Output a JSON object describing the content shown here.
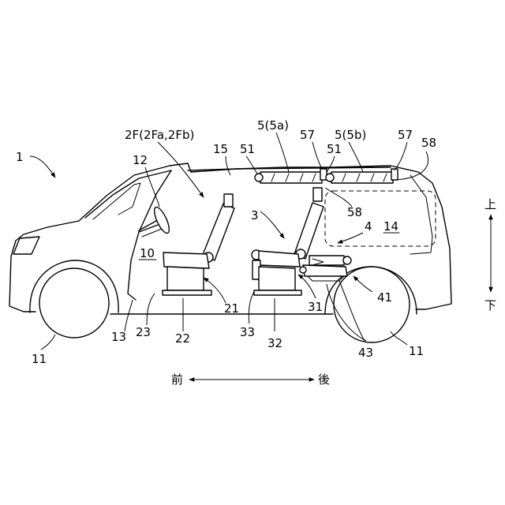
{
  "labels": {
    "vehicle": "1",
    "seat_front": "2F(2Fa,2Fb)",
    "seat_rear": "3",
    "cushion_group": "4",
    "area_14": "14",
    "member": "5(5a)",
    "member_b": "5(5b)",
    "cabin": "10",
    "wheel_front": "11",
    "wheel_rear": "11",
    "steering": "12",
    "floor_13": "13",
    "roof": "15",
    "seat_21": "21",
    "rail_22": "22",
    "cushion_23": "23",
    "seat_31": "31",
    "rail_32": "32",
    "cushion_33": "33",
    "wheelhouse_41": "41",
    "part_43": "43",
    "bracket_51a": "51",
    "bracket_51b": "51",
    "part_57a": "57",
    "part_57b": "57",
    "part_58a": "58",
    "part_58b": "58"
  },
  "directions": {
    "front": "前",
    "rear": "後",
    "up": "上",
    "down": "下"
  }
}
